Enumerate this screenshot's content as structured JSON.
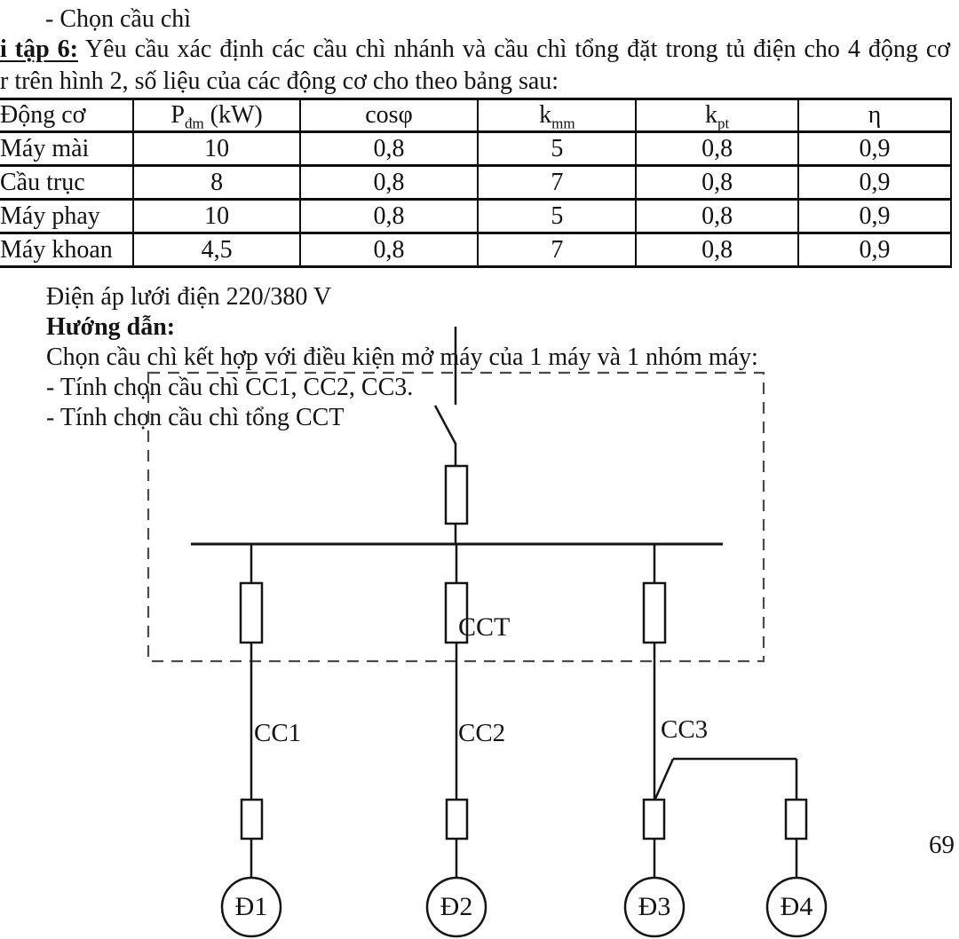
{
  "page": {
    "artifact_mark": "ˆ",
    "line1": "- Chọn cầu chì",
    "line2_bold": "i tập 6:",
    "line2_rest": " Yêu cầu xác định các cầu chì nhánh và cầu chì tổng đặt trong tủ điện cho 4 động cơ",
    "line3": "r trên hình 2, số liệu của các động cơ cho theo bảng sau:",
    "page_number": "69"
  },
  "table": {
    "header": {
      "col0": "Động cơ",
      "col1": {
        "base": "P",
        "sub": "đm",
        "rest": " (kW)"
      },
      "col2": {
        "base": "cosφ",
        "sub": "",
        "rest": ""
      },
      "col3": {
        "base": "k",
        "sub": "mm",
        "rest": ""
      },
      "col4": {
        "base": "k",
        "sub": "pt",
        "rest": ""
      },
      "col5": {
        "base": "η",
        "sub": "",
        "rest": ""
      }
    },
    "rows": [
      {
        "name": "Máy mài",
        "values": [
          "10",
          "0,8",
          "5",
          "0,8",
          "0,9"
        ]
      },
      {
        "name": "Cầu trục",
        "values": [
          "8",
          "0,8",
          "7",
          "0,8",
          "0,9"
        ]
      },
      {
        "name": "Máy phay",
        "values": [
          "10",
          "0,8",
          "5",
          "0,8",
          "0,9"
        ]
      },
      {
        "name": "Máy khoan",
        "values": [
          "4,5",
          "0,8",
          "7",
          "0,8",
          "0,9"
        ]
      }
    ]
  },
  "body_text": {
    "voltage_line": "Điện áp lưới điện 220/380 V",
    "guide_heading": "Hướng dẫn:",
    "guide_line1": "Chọn cầu chì kết hợp với điều kiện mở máy của 1 máy và 1 nhóm máy:",
    "guide_line2": "- Tính chọn cầu chì CC1, CC2, CC3.",
    "guide_line3": "- Tính chọn cầu chì tổng CCT"
  },
  "diagram": {
    "labels": {
      "cct": "CCT",
      "cc1": "CC1",
      "cc2": "CC2",
      "cc3": "CC3"
    },
    "motors": [
      "Đ1",
      "Đ2",
      "Đ3",
      "Đ4"
    ]
  },
  "colors": {
    "ink": "#141414",
    "dashed_outline": "#4a4a4a",
    "background": "#ffffff"
  }
}
